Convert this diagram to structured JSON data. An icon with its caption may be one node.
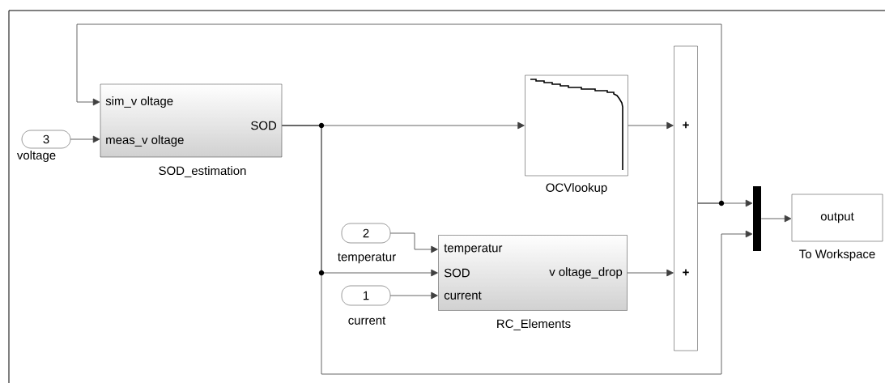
{
  "diagram": {
    "nodes": [
      {
        "text": [
          "3"
        ],
        "beside": [
          "voltage"
        ]
      },
      {
        "text": [
          "sim_v oltage",
          "meas_v oltage",
          "SOD"
        ],
        "beside": [
          "SOD_estimation"
        ]
      },
      {
        "text": [],
        "shape": "box",
        "beside": [
          "OCVlookup"
        ]
      },
      {
        "text": [
          "2"
        ],
        "beside": [
          "temperatur"
        ]
      },
      {
        "text": [
          "1"
        ],
        "beside": [
          "current"
        ]
      },
      {
        "text": [
          "temperatur",
          "SOD",
          "current",
          "v oltage_drop"
        ],
        "beside": [
          "RC_Elements"
        ]
      },
      {
        "text": [
          "+",
          "+"
        ]
      },
      {
        "text": [],
        "shape": "bar"
      },
      {
        "text": [
          "output"
        ],
        "beside": [
          "To Workspace"
        ]
      }
    ],
    "edges": [
      {
        "from": 0,
        "to": 1,
        "arrow": "to"
      },
      {
        "from": 1,
        "to": 2,
        "arrow": "to"
      },
      {
        "from": 1,
        "to": 5,
        "arrow": "to"
      },
      {
        "from": 3,
        "to": 5,
        "arrow": "to"
      },
      {
        "from": 4,
        "to": 5,
        "arrow": "to"
      },
      {
        "from": 2,
        "to": 6,
        "arrow": "to"
      },
      {
        "from": 5,
        "to": 6,
        "arrow": "to"
      },
      {
        "from": 6,
        "to": 7,
        "arrow": "to"
      },
      {
        "from": 6,
        "to": 1,
        "arrow": "to"
      },
      {
        "from": 1,
        "to": 7,
        "arrow": "to"
      },
      {
        "from": 7,
        "to": 8,
        "arrow": "to"
      }
    ]
  }
}
